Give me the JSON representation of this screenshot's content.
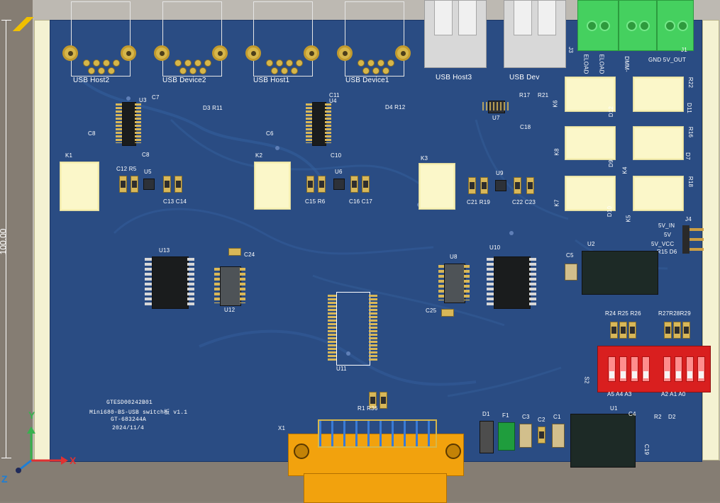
{
  "board": {
    "title_line1": "GTESD00242B01",
    "title_line2": "Mini680-BS-USB switch板 v1.1",
    "title_line3": "GT-683244A",
    "date": "2024/11/4"
  },
  "dimension": {
    "label": "100.00"
  },
  "labels": {
    "usb_host2": "USB Host2",
    "usb_device2": "USB Device2",
    "usb_host1": "USB Host1",
    "usb_device1": "USB Device1",
    "usb_host3": "USB Host3",
    "usb_device3": "USB Dev",
    "u3": "U3",
    "u4": "U4",
    "u7": "U7",
    "u5": "U5",
    "u6": "U6",
    "u9": "U9",
    "u13": "U13",
    "u12": "U12",
    "u11": "U11",
    "u8": "U8",
    "u10": "U10",
    "u2": "U2",
    "u1": "U1",
    "k1": "K1",
    "k2": "K2",
    "k3": "K3",
    "k4": "K4",
    "k5": "K5",
    "k6": "K6",
    "k7": "K7",
    "k8": "K8",
    "c3": "C3",
    "c7": "C7",
    "c8": "C8",
    "c9": "C8",
    "c6": "C6",
    "c10": "C10",
    "c11": "C11",
    "c12": "C12",
    "c13": "C13",
    "c14": "C14",
    "c15": "C15",
    "c16": "C16",
    "c17": "C17",
    "c18": "C18",
    "c21": "C21",
    "c22": "C22",
    "c23": "C23",
    "c24": "C24",
    "c25": "C25",
    "c5": "C5",
    "c1": "C1",
    "c2": "C2",
    "c4": "C4",
    "c19": "C19",
    "r5": "R5",
    "r6": "R6",
    "r19": "R19",
    "r11": "R11",
    "r12": "R12",
    "r17": "R17",
    "r21": "R21",
    "r1": "R1",
    "r36": "R36",
    "r2": "R2",
    "r15": "R15",
    "r16": "R16",
    "r18": "R18",
    "r22": "R22",
    "r24": "R24",
    "r25": "R25",
    "r26": "R26",
    "r27": "R27",
    "r28": "R28",
    "r29": "R29",
    "d1": "D1",
    "d2": "D2",
    "d3": "D3",
    "d4": "D4",
    "d6": "D6",
    "d7": "D7",
    "d9": "D9",
    "d10": "D10",
    "d11": "D11",
    "d12": "D12",
    "f1": "F1",
    "x1": "X1",
    "j1": "J1",
    "j3": "J3",
    "j4": "J4",
    "s2": "S2",
    "gnd_5v_out": "GND  5V_OUT",
    "eload1": "ELOAD",
    "eload2": "ELOAD",
    "dmm": "DMM-",
    "v5_in": "5V_IN",
    "v5": "5V",
    "v5_vcc": "5V_VCC",
    "a5": "A5",
    "a4": "A4",
    "a3": "A3",
    "a2": "A2",
    "a1": "A1",
    "a0": "A0"
  },
  "axes": {
    "x": "X",
    "y": "Y",
    "z": "Z"
  },
  "colors": {
    "pcb": "#2a4c83",
    "silk": "#ffffff",
    "relay": "#fbf7c9",
    "terminal": "#45d05f",
    "dip": "#d91f1f",
    "connector": "#f2a20d"
  }
}
